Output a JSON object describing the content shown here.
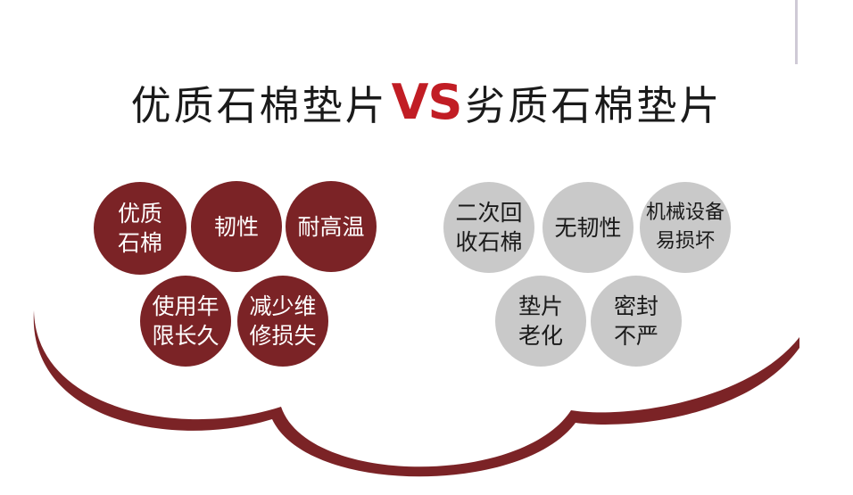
{
  "title": {
    "left": "优质石棉垫片",
    "vs": "VS",
    "right": "劣质石棉垫片"
  },
  "good_features": [
    {
      "label": "优质\n石棉"
    },
    {
      "label": "韧性"
    },
    {
      "label": "耐高温"
    },
    {
      "label": "使用年\n限长久"
    },
    {
      "label": "减少维\n修损失"
    }
  ],
  "bad_features": [
    {
      "label": "二次回\n收石棉"
    },
    {
      "label": "无韧性"
    },
    {
      "label": "机械设备\n易损坏"
    },
    {
      "label": "垫片\n老化"
    },
    {
      "label": "密封\n不严"
    }
  ],
  "colors": {
    "good": "#7b2326",
    "bad": "#c9c9c9",
    "vs": "#c11d24"
  }
}
